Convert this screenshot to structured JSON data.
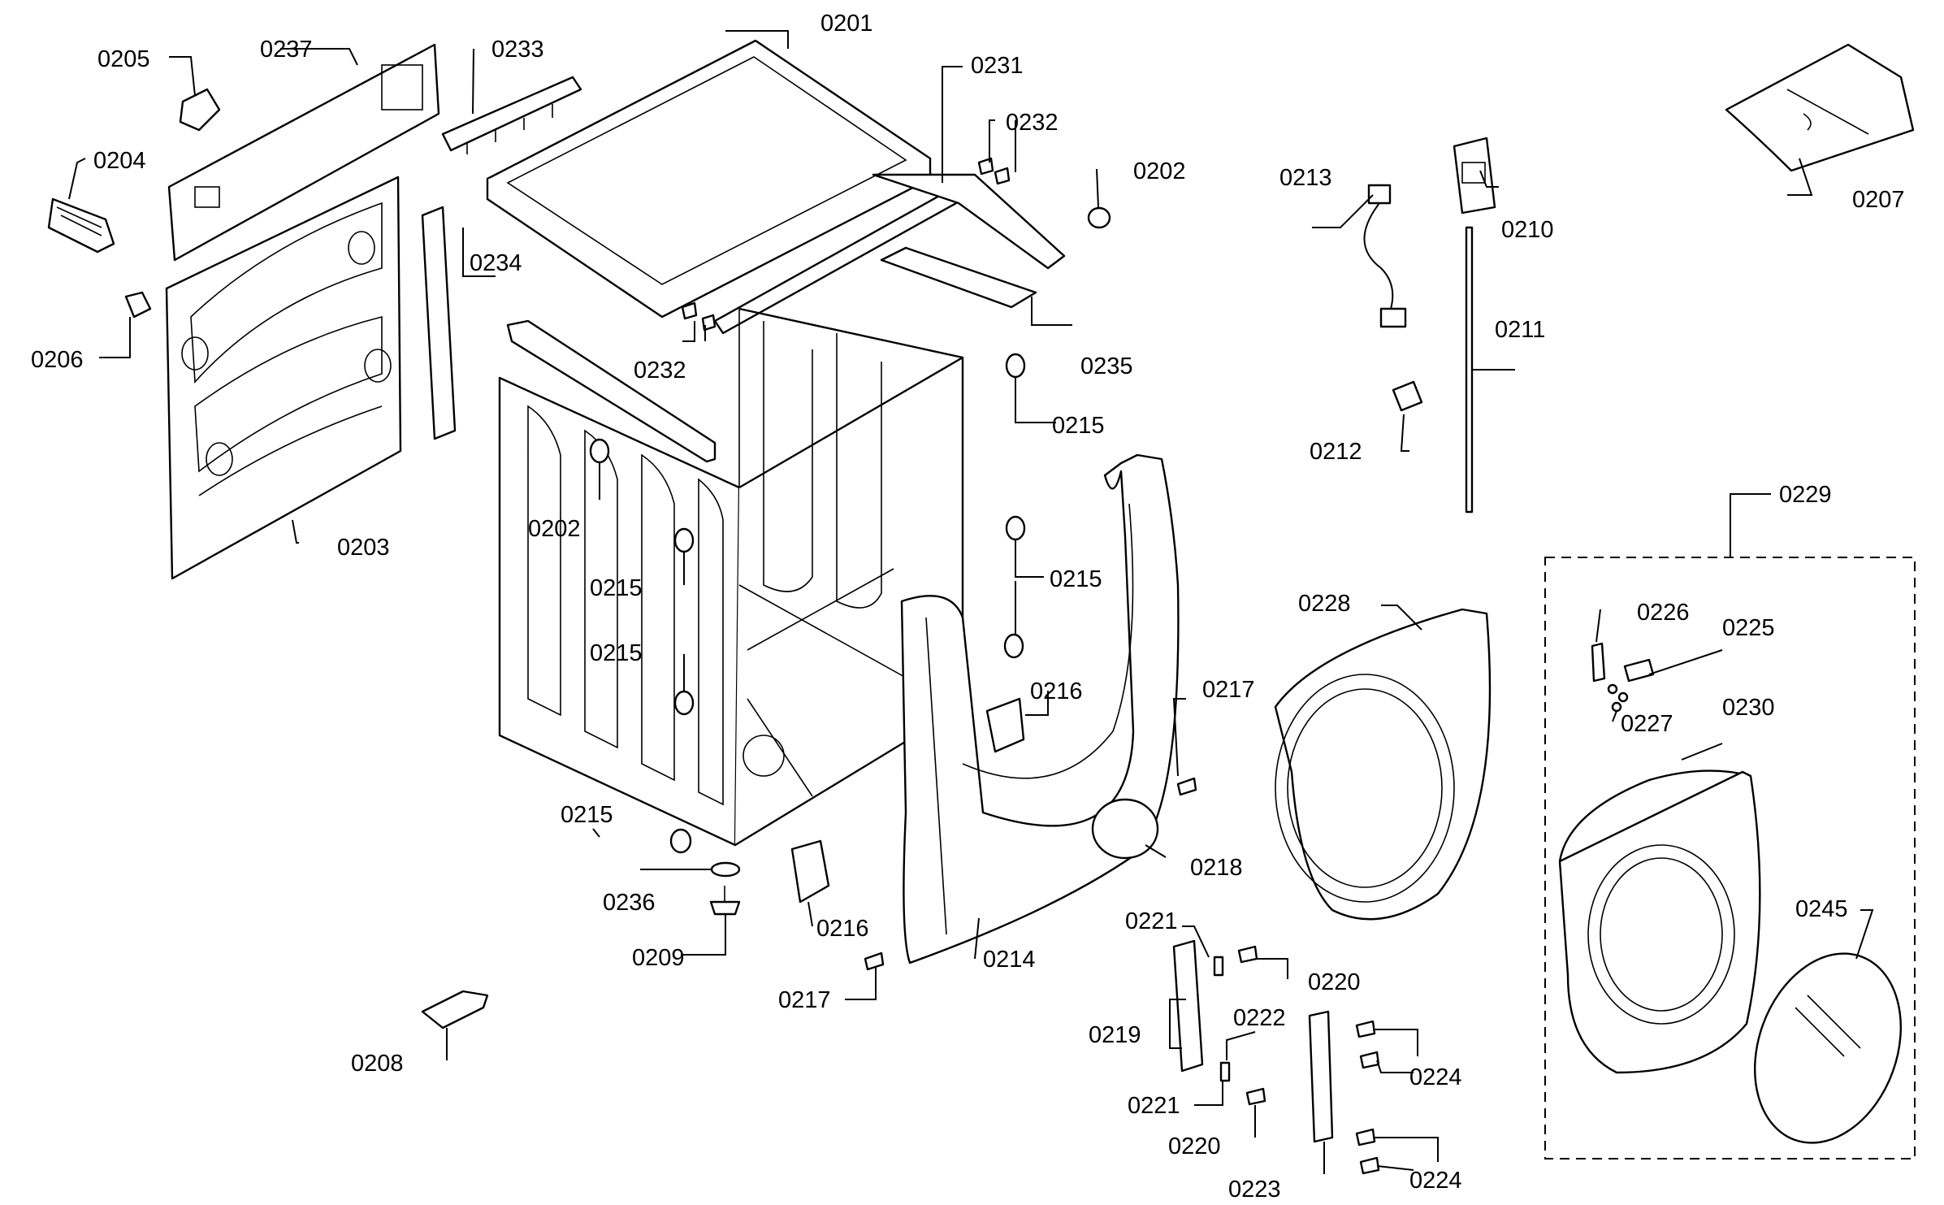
{
  "labels": {
    "l0201": "0201",
    "l0202a": "0202",
    "l0202b": "0202",
    "l0203": "0203",
    "l0204": "0204",
    "l0205": "0205",
    "l0206": "0206",
    "l0207": "0207",
    "l0208": "0208",
    "l0209": "0209",
    "l0210": "0210",
    "l0211": "0211",
    "l0212": "0212",
    "l0213": "0213",
    "l0214": "0214",
    "l0215a": "0215",
    "l0215b": "0215",
    "l0215c": "0215",
    "l0215d": "0215",
    "l0215e": "0215",
    "l0216a": "0216",
    "l0216b": "0216",
    "l0217a": "0217",
    "l0217b": "0217",
    "l0218": "0218",
    "l0219": "0219",
    "l0220a": "0220",
    "l0220b": "0220",
    "l0221a": "0221",
    "l0221b": "0221",
    "l0222": "0222",
    "l0223": "0223",
    "l0224a": "0224",
    "l0224b": "0224",
    "l0225": "0225",
    "l0226": "0226",
    "l0227": "0227",
    "l0228": "0228",
    "l0229": "0229",
    "l0230": "0230",
    "l0231": "0231",
    "l0232a": "0232",
    "l0232b": "0232",
    "l0233": "0233",
    "l0234": "0234",
    "l0235": "0235",
    "l0236": "0236",
    "l0237": "0237",
    "l0245": "0245"
  }
}
